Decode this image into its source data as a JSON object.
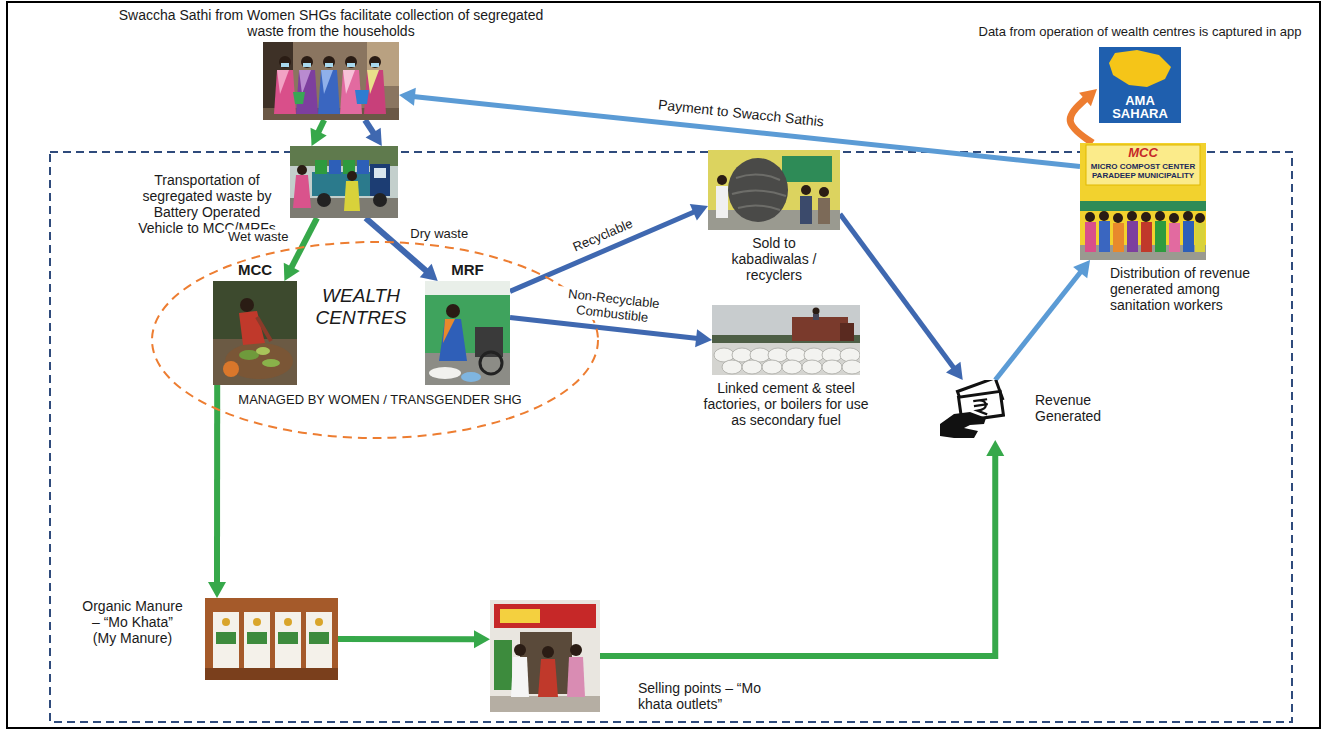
{
  "diagram": {
    "nodes": [
      {
        "text": [
          "Swaccha Sathi from Women SHGs facilitate collection of segregated waste from the households"
        ]
      },
      {
        "text": [
          "Data from operation of wealth centres is captured in app",
          "AMA SAHARA"
        ]
      },
      {
        "text": [
          "Transportation of segregated waste by Battery Operated Vehicle to MCC/MRFs"
        ]
      },
      {
        "text": [
          "Sold to kabadiwalas / recyclers"
        ]
      },
      {
        "text": [
          "MCC",
          "MICRO COMPOST CENTER PARADEEP MUNICIPALITY",
          "Distribution of revenue generated among sanitation workers"
        ]
      },
      {
        "text": [
          "WEALTH CENTRES",
          "MANAGED BY WOMEN / TRANSGENDER SHG"
        ]
      },
      {
        "text": [
          "MCC"
        ],
        "in": 5
      },
      {
        "text": [
          "MRF"
        ],
        "in": 5
      },
      {
        "text": [
          "Linked cement & steel factories, or boilers for use as secondary fuel"
        ]
      },
      {
        "text": [
          "Revenue Generated"
        ]
      },
      {
        "text": [
          "Organic Manure – “Mo Khata” (My Manure)"
        ]
      },
      {
        "text": [
          "Selling points – “Mo khata outlets”"
        ]
      }
    ],
    "edges": [
      {
        "from": 0,
        "to": 2,
        "arrow": "to"
      },
      {
        "from": 0,
        "to": 2,
        "arrow": "to"
      },
      {
        "from": 2,
        "to": 6,
        "label": "Wet waste",
        "arrow": "to"
      },
      {
        "from": 2,
        "to": 7,
        "label": "Dry waste",
        "arrow": "to"
      },
      {
        "from": 7,
        "to": 3,
        "label": "Recyclable",
        "arrow": "to"
      },
      {
        "from": 7,
        "to": 8,
        "label": "Non-Recyclable Combustible",
        "arrow": "to"
      },
      {
        "from": 3,
        "to": 9,
        "arrow": "to"
      },
      {
        "from": 9,
        "to": 4,
        "arrow": "to"
      },
      {
        "from": 4,
        "to": 0,
        "label": "Payment to Swacch Sathis",
        "arrow": "to"
      },
      {
        "from": 4,
        "to": 1,
        "arrow": "to"
      },
      {
        "from": 6,
        "to": 10,
        "arrow": "to"
      },
      {
        "from": 10,
        "to": 11,
        "arrow": "to"
      },
      {
        "from": 11,
        "to": 9,
        "arrow": "to"
      }
    ]
  }
}
